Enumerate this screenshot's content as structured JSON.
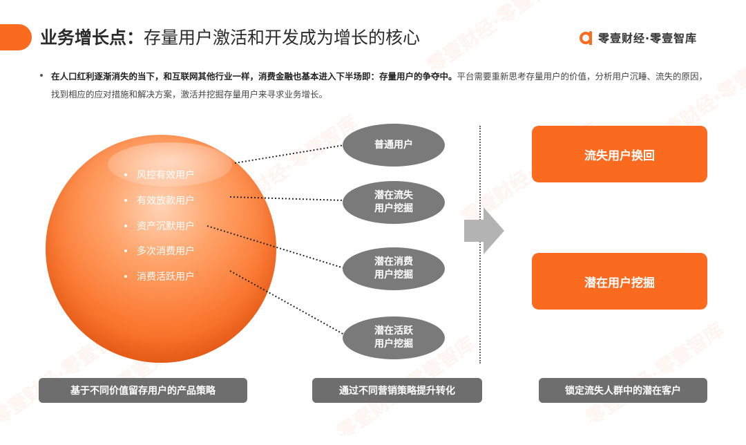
{
  "header": {
    "title_bold": "业务增长点：",
    "title_rest": "存量用户激活和开发成为增长的核心",
    "logo_text": "零壹财经·零壹智库",
    "accent_color": "#fa6a1f"
  },
  "intro": {
    "bold_text": "在人口红利逐渐消失的当下，和互联网其他行业一样，消费金融也基本进入下半场即：存量用户的争夺中。",
    "normal_text": "平台需要重新思考存量用户的价值，分析用户沉睡、流失的原因，找到相应的应对措施和解决方案，激活并挖掘存量用户来寻求业务增长。"
  },
  "sphere_items": [
    "风控有效用户",
    "有效放款用户",
    "资产沉默用户",
    "多次消费用户",
    "消费活跃用户"
  ],
  "ovals": [
    "普通用户",
    "潜在流失\n用户挖掘",
    "潜在消费\n用户挖掘",
    "潜在活跃\n用户挖掘"
  ],
  "right_boxes": [
    "流失用户换回",
    "潜在用户挖掘"
  ],
  "captions": [
    "基于不同价值留存用户的产品策略",
    "通过不同营销策略提升转化",
    "锁定流失人群中的潜在客户"
  ],
  "watermark_text": "零壹财经·零壹智库",
  "colors": {
    "orange": "#fa6a1f",
    "gray_oval": "#7a7a7a",
    "gray_caption": "#6e6e6e",
    "arrow": "#b3b3b3"
  }
}
